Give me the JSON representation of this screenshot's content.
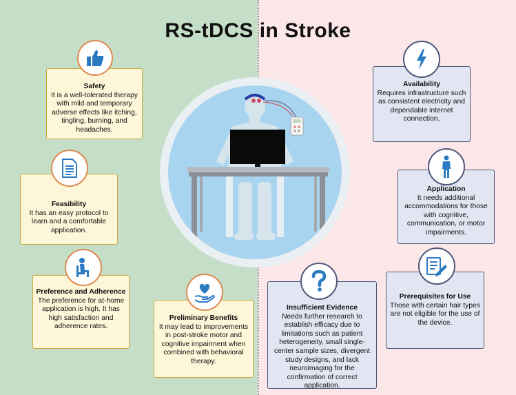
{
  "title": "RS-tDCS in Stroke",
  "colors": {
    "left_bg": "#c5dec8",
    "right_bg": "#fbe6e8",
    "benefit_card": "#fdf6d8",
    "challenge_card": "#e2e5f2",
    "icon_blue": "#2c7ac2"
  },
  "benefits": {
    "safety": {
      "heading": "Safety",
      "text": "It is a well-tolerated therapy with mild and temporary adverse effects like itching, tingling, burning, and headaches.",
      "icon": "thumbs-up-icon"
    },
    "feasibility": {
      "heading": "Feasibility",
      "text": "It has an easy protocol to learn and a comfortable application.",
      "icon": "document-icon"
    },
    "preference": {
      "heading": "Preference and Adherence",
      "text": "The preference for at-home application is high. It has high satisfaction and adherence rates.",
      "icon": "seated-person-icon"
    },
    "preliminary": {
      "heading": "Preliminary Benefits",
      "text": "It may lead to improvements in post-stroke motor and cognitive impairment when combined with behavioral therapy.",
      "icon": "heart-hand-icon"
    }
  },
  "challenges": {
    "availability": {
      "heading": "Availability",
      "text": "Requires infrastructure such as consistent electricity and dependable internet connection.",
      "icon": "lightning-icon"
    },
    "application": {
      "heading": "Application",
      "text": "It needs additional accommodations for those with cognitive, communication, or motor impairments.",
      "icon": "standing-person-icon"
    },
    "prerequisites": {
      "heading": "Prerequisites for Use",
      "text": "Those with certain hair types are not eligible for the use of the device.",
      "icon": "checklist-icon"
    },
    "evidence": {
      "heading": "Insufficient Evidence",
      "text": "Needs further research to establish efficacy due to limitations such as patient heterogeneity, small single-center sample sizes, divergent study designs, and lack neuroimaging for the confirmation of correct application.",
      "icon": "question-mark-icon"
    }
  }
}
